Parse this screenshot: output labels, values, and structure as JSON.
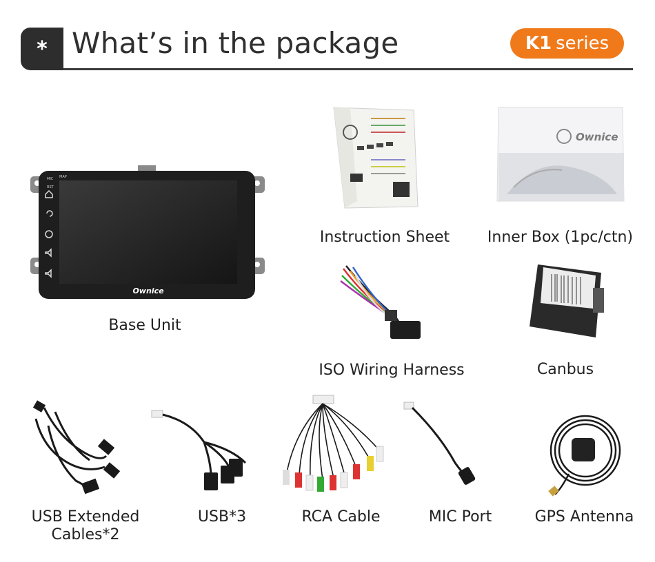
{
  "header": {
    "icon": "asterisk-icon",
    "glyph": "*",
    "title": "What’s in the package",
    "series_bold": "K1",
    "series_text": "series",
    "accent": "#f07a1a"
  },
  "items": {
    "base_unit": {
      "label": "Base Unit",
      "brand": "Ownice",
      "buttons": [
        "MIC",
        "RST"
      ],
      "top_label": "MAP"
    },
    "instruction_sheet": {
      "label": "Instruction Sheet"
    },
    "inner_box": {
      "label": "Inner Box (1pc/ctn)",
      "brand": "Ownice"
    },
    "iso_harness": {
      "label": "ISO Wiring Harness"
    },
    "canbus": {
      "label": "Canbus"
    },
    "usb_extended": {
      "label_line1": "USB Extended",
      "label_line2": "Cables*2"
    },
    "usb3": {
      "label": "USB*3"
    },
    "rca": {
      "label": "RCA Cable"
    },
    "mic": {
      "label": "MIC Port"
    },
    "gps": {
      "label": "GPS Antenna"
    }
  }
}
